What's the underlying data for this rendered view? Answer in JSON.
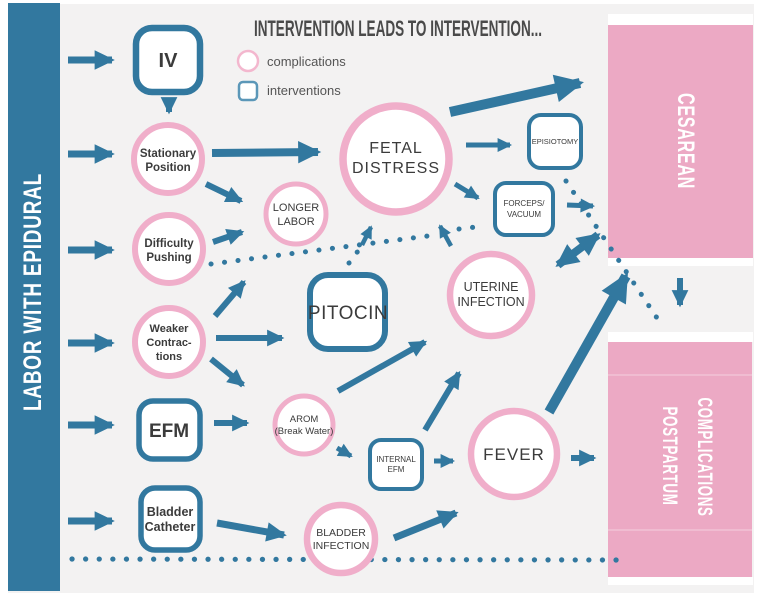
{
  "title": "INTERVENTION LEADS TO INTERVENTION...",
  "legend": {
    "complications_label": "complications",
    "interventions_label": "interventions"
  },
  "sidebar": {
    "label": "LABOR WITH EPIDURAL"
  },
  "colors": {
    "teal": "#32789f",
    "legend_teal": "#5b97b8",
    "pink_border": "#f0aeca",
    "legend_pink": "#f3b7ce",
    "pink_panel": "#eca9c4",
    "background": "#f3f2f2",
    "node_text": "#3b3b3b",
    "title_text": "#4a4a4a",
    "panel_text": "#ffffff"
  },
  "nodes": {
    "iv": {
      "label": "IV",
      "type": "intervention"
    },
    "stationary_position": {
      "lines": [
        "Stationary",
        "Position"
      ],
      "type": "complication"
    },
    "difficulty_pushing": {
      "lines": [
        "Difficulty",
        "Pushing"
      ],
      "type": "complication"
    },
    "weaker_contractions": {
      "lines": [
        "Weaker",
        "Contrac-",
        "tions"
      ],
      "type": "complication"
    },
    "efm": {
      "label": "EFM",
      "type": "intervention"
    },
    "bladder_catheter": {
      "lines": [
        "Bladder",
        "Catheter"
      ],
      "type": "intervention"
    },
    "longer_labor": {
      "lines": [
        "LONGER",
        "LABOR"
      ],
      "type": "complication"
    },
    "fetal_distress": {
      "lines": [
        "FETAL",
        "DISTRESS"
      ],
      "type": "complication"
    },
    "pitocin": {
      "label": "PITOCIN",
      "type": "intervention"
    },
    "arom": {
      "lines": [
        "AROM",
        "(Break Water)"
      ],
      "type": "complication"
    },
    "internal_efm": {
      "lines": [
        "INTERNAL",
        "EFM"
      ],
      "type": "intervention"
    },
    "bladder_infection": {
      "lines": [
        "BLADDER",
        "INFECTION"
      ],
      "type": "complication"
    },
    "uterine_infection": {
      "lines": [
        "UTERINE",
        "INFECTION"
      ],
      "type": "complication"
    },
    "fever": {
      "label": "FEVER",
      "type": "complication"
    },
    "episiotomy": {
      "label": "EPISIOTOMY",
      "type": "intervention"
    },
    "forceps_vacuum": {
      "lines": [
        "FORCEPS/",
        "VACUUM"
      ],
      "type": "intervention"
    },
    "cesarean": {
      "label": "CESAREAN",
      "type": "outcome"
    },
    "postpartum_complications": {
      "lines": [
        "POSTPARTUM",
        "COMPLICATIONS"
      ],
      "type": "outcome"
    }
  }
}
